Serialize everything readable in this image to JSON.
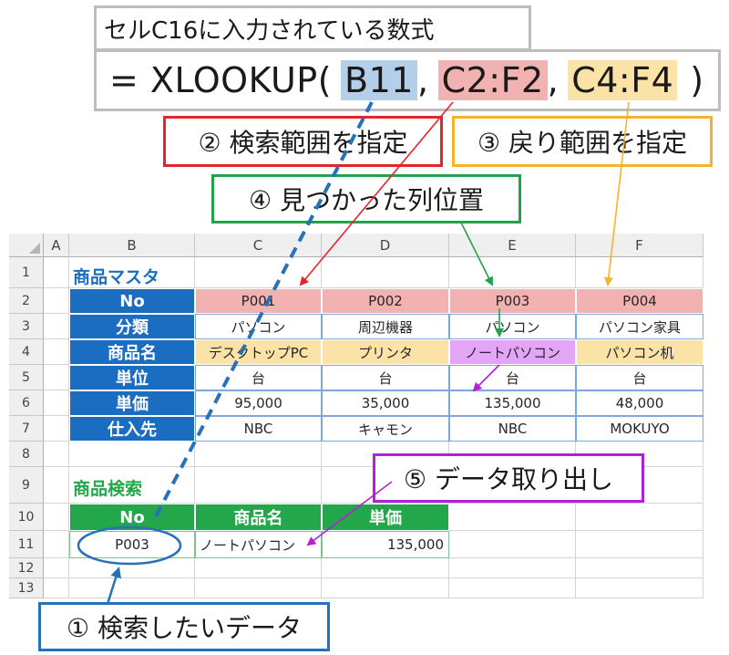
{
  "title": "セルC16に入力されている数式",
  "formula": {
    "prefix": "= XLOOKUP(",
    "arg1": "B11",
    "sep1": ",",
    "arg2": "C2:F2",
    "sep2": ",",
    "arg3": "C4:F4",
    "suffix": ")"
  },
  "callouts": {
    "c1": "① 検索したいデータ",
    "c2": "② 検索範囲を指定",
    "c3": "③ 戻り範囲を指定",
    "c4": "④ 見つかった列位置",
    "c5": "⑤ データ取り出し"
  },
  "sheet": {
    "columns": [
      "A",
      "B",
      "C",
      "D",
      "E",
      "F"
    ],
    "rows": [
      "1",
      "2",
      "3",
      "4",
      "5",
      "6",
      "7",
      "8",
      "9",
      "10",
      "11",
      "12",
      "13"
    ],
    "master_title": "商品マスタ",
    "master_headers": [
      "No",
      "分類",
      "商品名",
      "単位",
      "単価",
      "仕入先"
    ],
    "master_values": [
      [
        "P001",
        "P002",
        "P003",
        "P004"
      ],
      [
        "パソコン",
        "周辺機器",
        "パソコン",
        "パソコン家具"
      ],
      [
        "デスクトップPC",
        "プリンタ",
        "ノートパソコン",
        "パソコン机"
      ],
      [
        "台",
        "台",
        "台",
        "台"
      ],
      [
        "95,000",
        "35,000",
        "135,000",
        "48,000"
      ],
      [
        "NBC",
        "キャモン",
        "NBC",
        "MOKUYO"
      ]
    ],
    "search_title": "商品検索",
    "search_headers": [
      "No",
      "商品名",
      "単価"
    ],
    "search_values": [
      "P003",
      "ノートパソコン",
      "135,000"
    ]
  },
  "colors": {
    "blue": "#1b6dc1",
    "green": "#22a84a",
    "red": "#e8232a",
    "orange": "#f3b32c",
    "purple": "#b41fd9",
    "pink_fill": "#f3b2b2",
    "yellow_fill": "#fbe3a8",
    "lavender_fill": "#e3a6f6"
  }
}
